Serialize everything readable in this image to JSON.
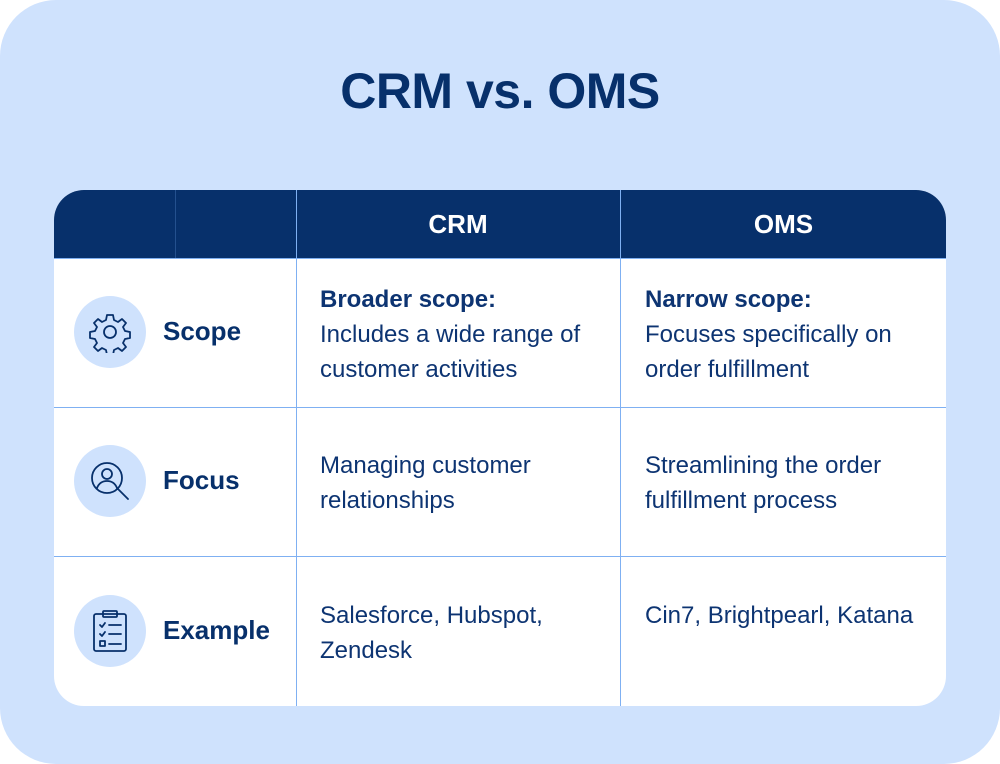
{
  "title": "CRM vs. OMS",
  "columns": [
    "CRM",
    "OMS"
  ],
  "rows": [
    {
      "label": "Scope",
      "icon": "gear-icon",
      "crm": {
        "bold": "Broader scope:",
        "text": "Includes a wide range of customer activities"
      },
      "oms": {
        "bold": "Narrow scope:",
        "text": "Focuses specifically on order fulfillment"
      }
    },
    {
      "label": "Focus",
      "icon": "user-search-icon",
      "crm": {
        "text": "Managing customer relationships"
      },
      "oms": {
        "text": "Streamlining the order fulfillment process"
      }
    },
    {
      "label": "Example",
      "icon": "clipboard-checklist-icon",
      "crm": {
        "text": "Salesforce, Hubspot, Zendesk"
      },
      "oms": {
        "text": "Cin7, Brightpearl, Katana"
      }
    }
  ],
  "colors": {
    "background": "#cfe2fd",
    "header": "#07306b",
    "text": "#0d3472",
    "grid": "#7fb0f2"
  }
}
